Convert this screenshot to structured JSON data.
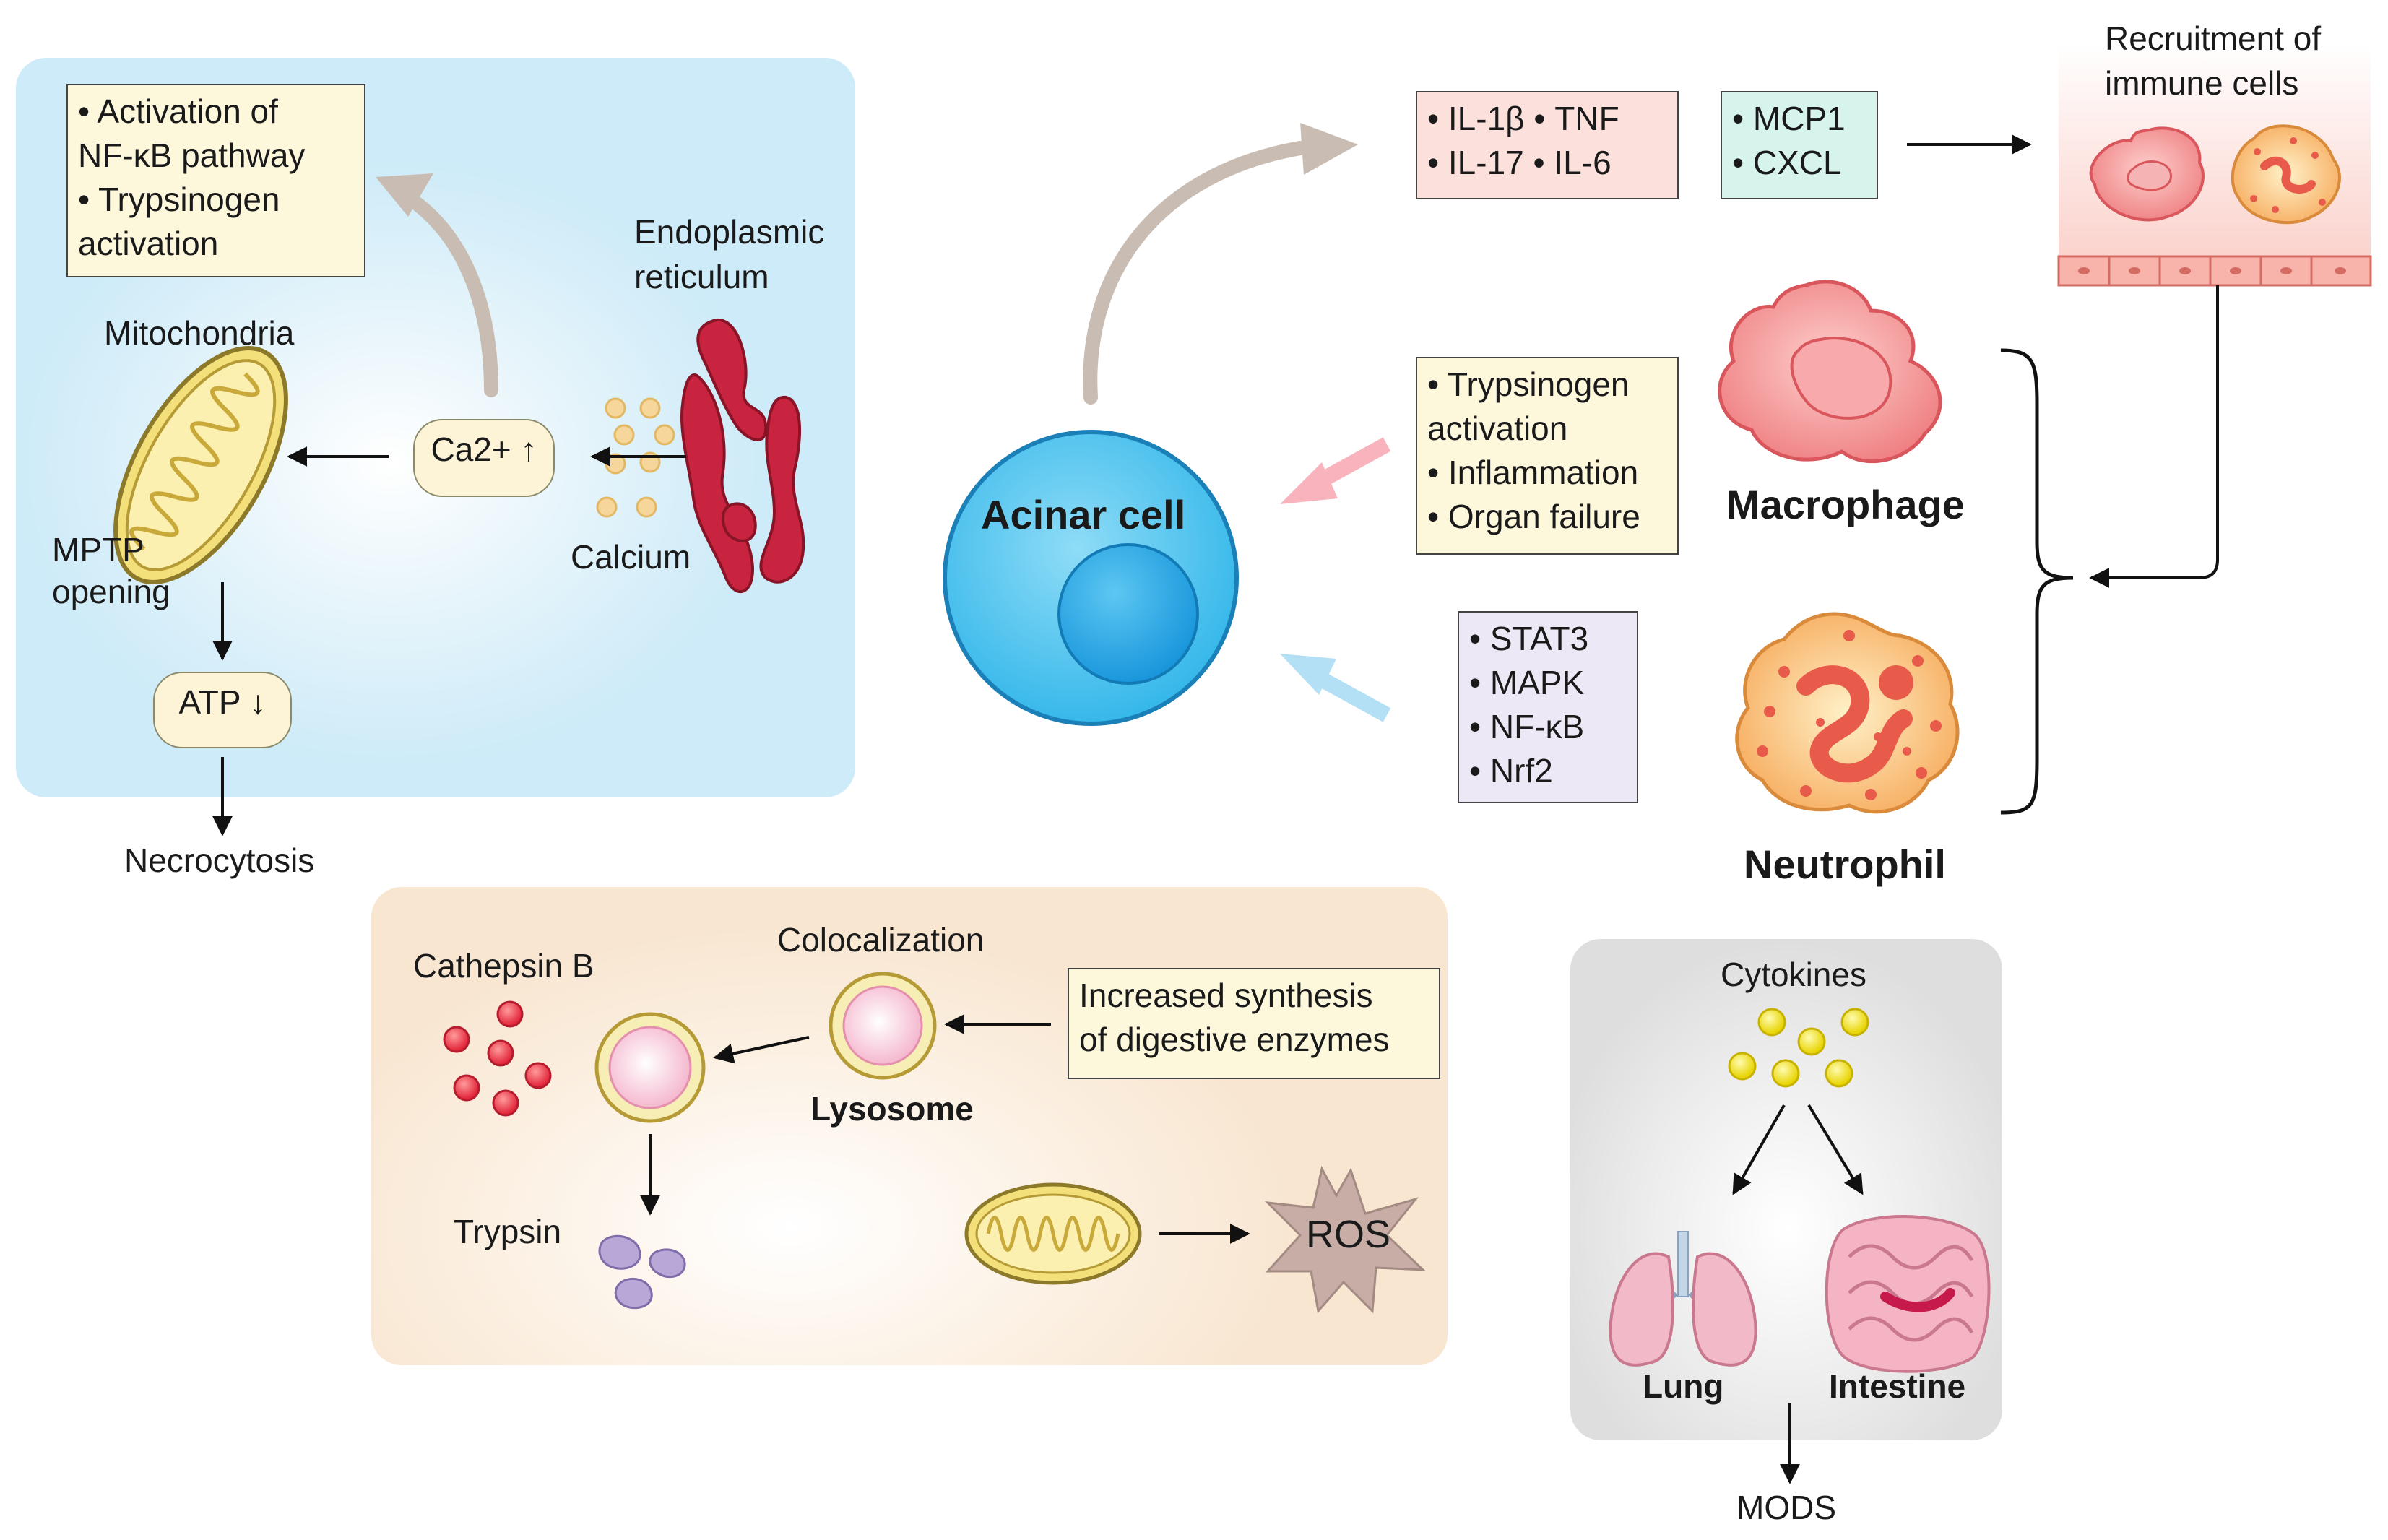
{
  "er_panel": {
    "activation_box": [
      "• Activation of",
      "  NF-κB pathway",
      "• Trypsinogen",
      "  activation"
    ],
    "mitochondria_label": "Mitochondria",
    "er_label": [
      "Endoplasmic",
      "reticulum"
    ],
    "ca_label": "Ca2+ ↑",
    "calcium_label": "Calcium",
    "mptp_label": [
      "MPTP",
      "opening"
    ],
    "atp_label": "ATP ↓",
    "necrocytosis_label": "Necrocytosis"
  },
  "center": {
    "acinar_label": "Acinar cell"
  },
  "cytokine_boxes": {
    "box1": [
      "• IL-1β  • TNF",
      "• IL-17  • IL-6"
    ],
    "box2": [
      "• MCP1",
      "• CXCL"
    ],
    "recruitment_label": [
      "Recruitment of",
      "immune cells"
    ]
  },
  "macrophage_box": [
    "• Trypsinogen",
    "  activation",
    "• Inflammation",
    "• Organ failure"
  ],
  "macrophage_label": "Macrophage",
  "neutrophil_box": [
    "• STAT3",
    "• MAPK",
    "• NF-κB",
    "• Nrf2"
  ],
  "neutrophil_label": "Neutrophil",
  "lysosome_panel": {
    "cathepsin_label": "Cathepsin B",
    "colocalization_label": "Colocalization",
    "synthesis_box": [
      "Increased synthesis",
      "of digestive enzymes"
    ],
    "lysosome_label": "Lysosome",
    "trypsin_label": "Trypsin",
    "ros_label": "ROS"
  },
  "cytokine_panel": {
    "cytokines_label": "Cytokines",
    "lung_label": "Lung",
    "intestine_label": "Intestine",
    "mods_label": "MODS"
  },
  "colors": {
    "er_panel": "#cdebf8",
    "lysosome_panel": "#f8e6d1",
    "cyto_panel": "#dedede",
    "acinar_cell": "#36b8ea",
    "nucleus": "#1d9fe0",
    "macrophage": "#f08a8a",
    "neutrophil": "#f7b468",
    "pink_arrow": "#f9b3bc",
    "blue_arrow": "#b3e0f4",
    "gray_arrow": "#c9bdb3",
    "ros": "#c7ada5"
  }
}
